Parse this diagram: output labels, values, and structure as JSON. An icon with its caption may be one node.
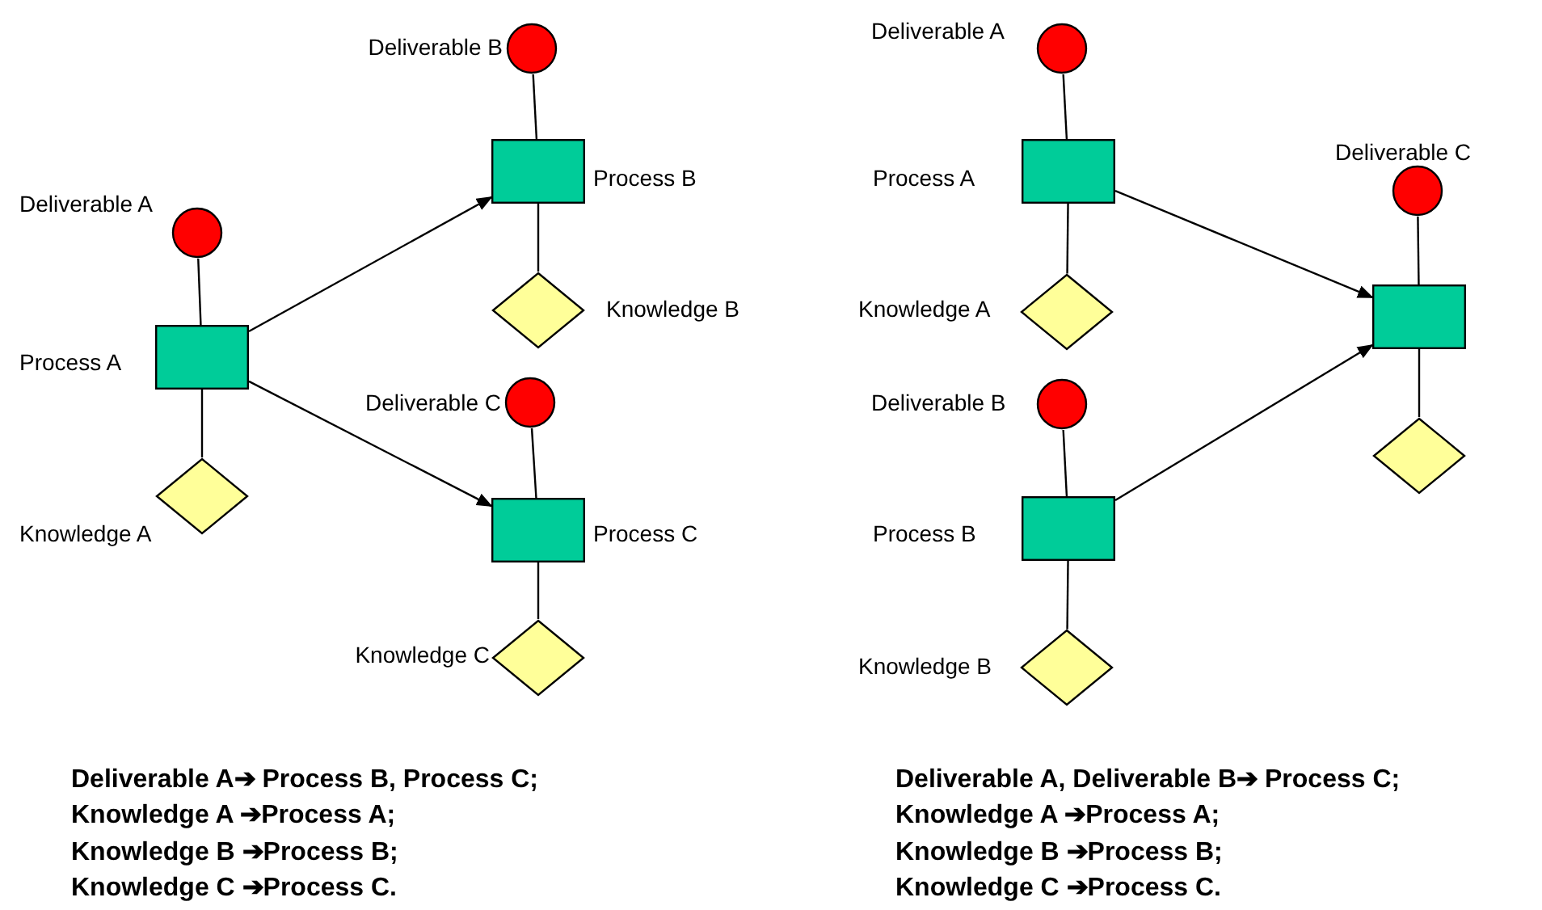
{
  "diagram": {
    "nodes": [
      {
        "text": [],
        "shape": "circle",
        "beside": [
          "Deliverable A"
        ]
      },
      {
        "text": [],
        "shape": "box",
        "beside": [
          "Process A"
        ]
      },
      {
        "text": [],
        "shape": "diamond",
        "beside": [
          "Knowledge A"
        ]
      },
      {
        "text": [],
        "shape": "circle",
        "beside": [
          "Deliverable B"
        ]
      },
      {
        "text": [],
        "shape": "box",
        "beside": [
          "Process B"
        ]
      },
      {
        "text": [],
        "shape": "diamond",
        "beside": [
          "Knowledge B"
        ]
      },
      {
        "text": [],
        "shape": "circle",
        "beside": [
          "Deliverable C"
        ]
      },
      {
        "text": [],
        "shape": "box",
        "beside": [
          "Process C"
        ]
      },
      {
        "text": [],
        "shape": "diamond",
        "beside": [
          "Knowledge C"
        ]
      },
      {
        "text": [],
        "shape": "circle",
        "beside": [
          "Deliverable A"
        ]
      },
      {
        "text": [],
        "shape": "box",
        "beside": [
          "Process A"
        ]
      },
      {
        "text": [],
        "shape": "diamond",
        "beside": [
          "Knowledge A"
        ]
      },
      {
        "text": [],
        "shape": "circle",
        "beside": [
          "Deliverable B"
        ]
      },
      {
        "text": [],
        "shape": "box",
        "beside": [
          "Process B"
        ]
      },
      {
        "text": [],
        "shape": "diamond",
        "beside": [
          "Knowledge B"
        ]
      },
      {
        "text": [],
        "shape": "circle",
        "beside": [
          "Deliverable C"
        ]
      },
      {
        "text": [],
        "shape": "box"
      },
      {
        "text": [],
        "shape": "diamond"
      }
    ],
    "edges": [
      {
        "from": 0,
        "to": 1,
        "arrow": "none"
      },
      {
        "from": 1,
        "to": 2,
        "arrow": "none"
      },
      {
        "from": 3,
        "to": 4,
        "arrow": "none"
      },
      {
        "from": 4,
        "to": 5,
        "arrow": "none"
      },
      {
        "from": 6,
        "to": 7,
        "arrow": "none"
      },
      {
        "from": 7,
        "to": 8,
        "arrow": "none"
      },
      {
        "from": 1,
        "to": 4,
        "arrow": "to"
      },
      {
        "from": 1,
        "to": 7,
        "arrow": "to"
      },
      {
        "from": 9,
        "to": 10,
        "arrow": "none"
      },
      {
        "from": 10,
        "to": 11,
        "arrow": "none"
      },
      {
        "from": 12,
        "to": 13,
        "arrow": "none"
      },
      {
        "from": 13,
        "to": 14,
        "arrow": "none"
      },
      {
        "from": 15,
        "to": 16,
        "arrow": "none"
      },
      {
        "from": 16,
        "to": 17,
        "arrow": "none"
      },
      {
        "from": 10,
        "to": 16,
        "arrow": "to"
      },
      {
        "from": 13,
        "to": 16,
        "arrow": "to"
      }
    ],
    "labels": [
      "Deliverable A➔ Process B, Process C;",
      "Knowledge A ➔Process A;",
      "Knowledge B ➔Process B;",
      "Knowledge C ➔Process C.",
      "Deliverable A, Deliverable B➔ Process C;",
      "Knowledge A ➔Process A;",
      "Knowledge B ➔Process B;",
      "Knowledge C ➔Process C."
    ]
  }
}
